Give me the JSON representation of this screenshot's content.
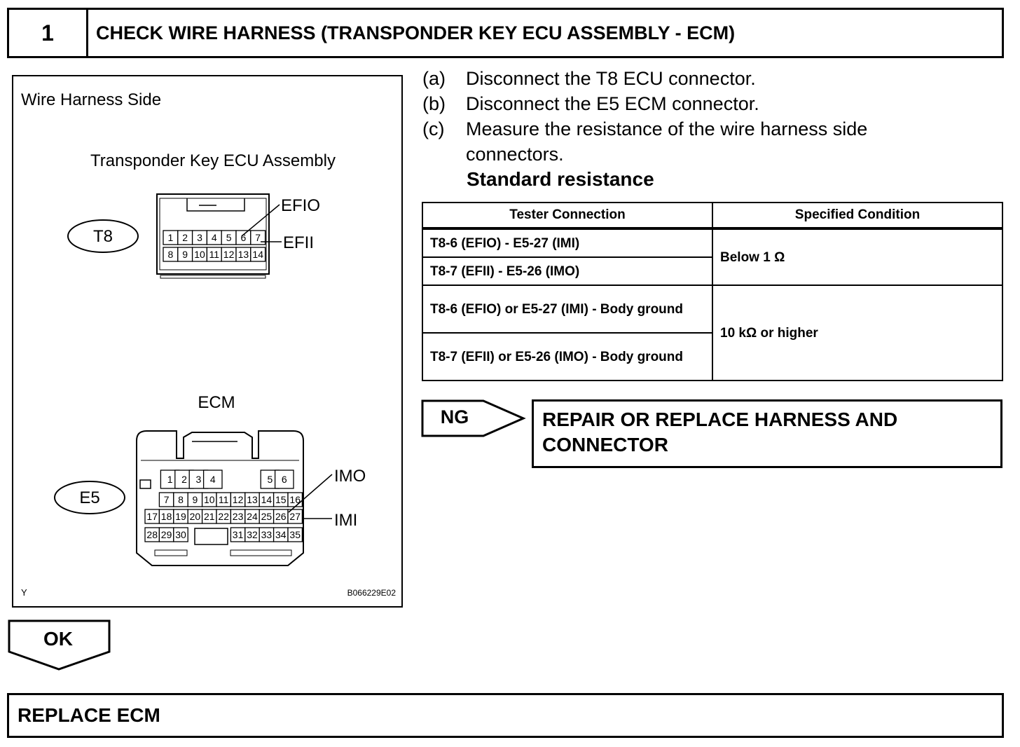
{
  "header": {
    "step_number": "1",
    "title": "CHECK WIRE HARNESS (TRANSPONDER KEY ECU ASSEMBLY - ECM)"
  },
  "diagram": {
    "view_label": "Wire Harness Side",
    "ecu": {
      "name": "Transponder Key ECU Assembly",
      "connector": "T8",
      "row1": [
        "1",
        "2",
        "3",
        "4",
        "5",
        "6",
        "7"
      ],
      "row2": [
        "8",
        "9",
        "10",
        "11",
        "12",
        "13",
        "14"
      ],
      "pin_labels": [
        "EFIO",
        "EFII"
      ]
    },
    "ecm": {
      "name": "ECM",
      "connector": "E5",
      "row1": [
        "1",
        "2",
        "3",
        "4",
        "5",
        "6"
      ],
      "row2": [
        "7",
        "8",
        "9",
        "10",
        "11",
        "12",
        "13",
        "14",
        "15",
        "16"
      ],
      "row3": [
        "17",
        "18",
        "19",
        "20",
        "21",
        "22",
        "23",
        "24",
        "25",
        "26",
        "27"
      ],
      "row4_left": [
        "28",
        "29",
        "30"
      ],
      "row4_right": [
        "31",
        "32",
        "33",
        "34",
        "35"
      ],
      "pin_labels": [
        "IMO",
        "IMI"
      ]
    },
    "corner_mark": "Y",
    "figure_id": "B066229E02"
  },
  "steps": [
    {
      "label": "(a)",
      "lines": [
        "Disconnect the T8 ECU connector."
      ]
    },
    {
      "label": "(b)",
      "lines": [
        "Disconnect the E5 ECM connector."
      ]
    },
    {
      "label": "(c)",
      "lines": [
        "Measure the resistance of the wire harness side",
        "connectors."
      ]
    }
  ],
  "standard_title": "Standard resistance",
  "table": {
    "headers": [
      "Tester Connection",
      "Specified Condition"
    ],
    "rows": [
      "T8-6 (EFIO) - E5-27 (IMI)",
      "T8-7 (EFII) - E5-26 (IMO)",
      "T8-6 (EFIO) or E5-27 (IMI) - Body ground",
      "T8-7 (EFII) or E5-26 (IMO) - Body ground"
    ],
    "conditions": [
      "Below 1 Ω",
      "10 kΩ or higher"
    ]
  },
  "ng": {
    "label": "NG",
    "result": "REPAIR OR REPLACE HARNESS AND CONNECTOR"
  },
  "ok": {
    "label": "OK",
    "result": "REPLACE ECM"
  }
}
